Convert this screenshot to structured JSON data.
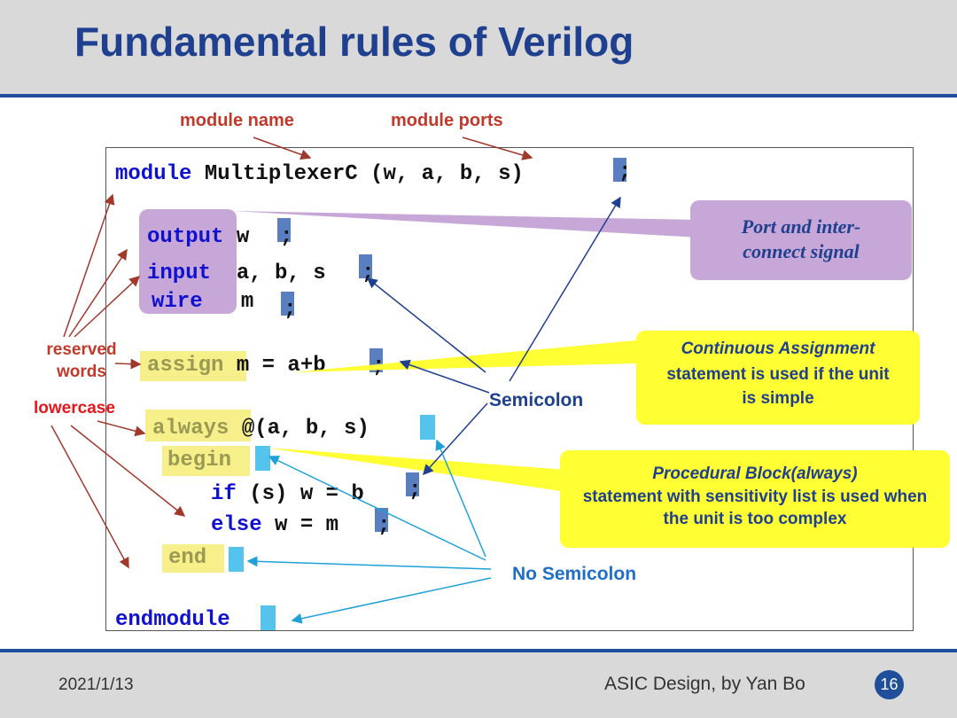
{
  "slide": {
    "title": "Fundamental rules of Verilog",
    "footer_date": "2021/1/13",
    "footer_author": "ASIC Design, by Yan Bo",
    "page_number": "16"
  },
  "labels": {
    "module_name": "module name",
    "module_ports": "module ports",
    "reserved_words": "reserved words",
    "lowercase": "lowercase",
    "semicolon": "Semicolon",
    "no_semicolon": "No Semicolon"
  },
  "callouts": {
    "port_signal": "Port and inter-connect signal",
    "continuous_title": "Continuous Assignment",
    "continuous_body": "statement is used if the unit is simple",
    "procedural_title": "Procedural Block(always)",
    "procedural_body": "statement  with sensitivity list is used when the unit is too complex"
  },
  "code": {
    "line1_kw": "module",
    "line1_rest": " MultiplexerC (w, a, b, s)",
    "output_kw": "output",
    "output_rest": " w",
    "input_kw": "input",
    "input_rest": "  a, b, s",
    "wire_kw": "wire",
    "wire_rest": "   m",
    "assign_kw": "assign",
    "assign_rest": " m = a+b",
    "always_kw": "always",
    "always_rest": " @(a, b, s)",
    "begin_kw": "begin",
    "if_kw": "if",
    "if_rest": " (s) w = b",
    "else_kw": "else",
    "else_rest": " w = m",
    "end_kw": "end",
    "endmodule_kw": "endmodule",
    "semicolon_char": ";"
  },
  "colors": {
    "title": "#1f3f8f",
    "keyword": "#1010d0",
    "label_red": "#c0392b",
    "label_blue": "#1f4e9a",
    "callout_yellow": "#ffff33",
    "callout_purple": "#c6a7d8"
  }
}
